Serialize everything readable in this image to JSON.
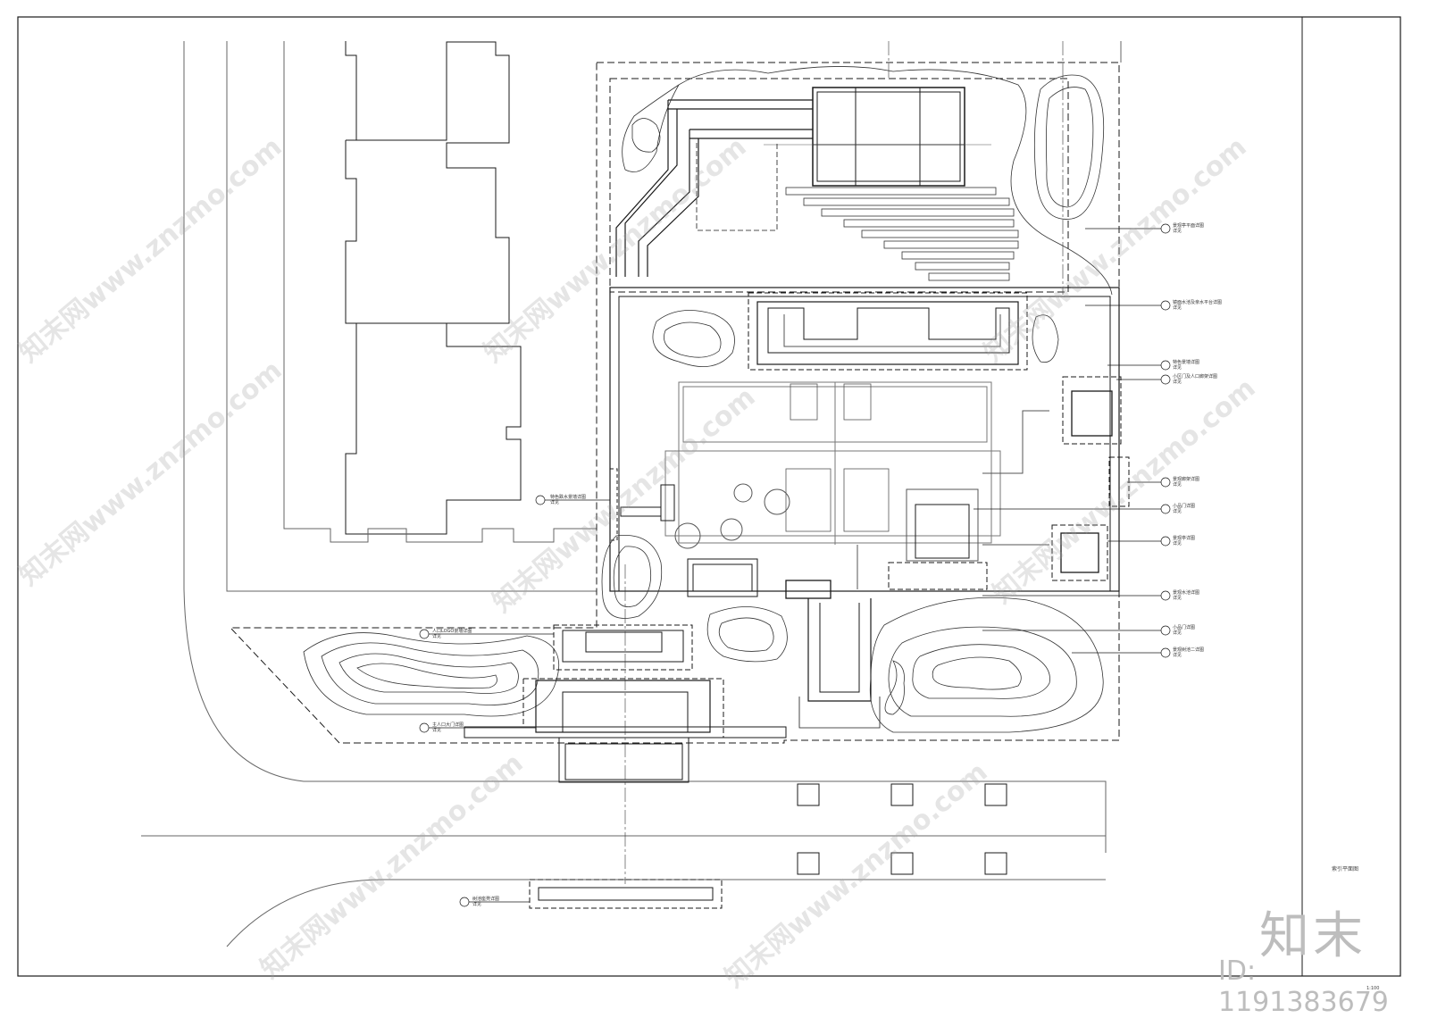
{
  "drawing": {
    "title": "索引平面图",
    "scale": "1:100"
  },
  "watermark": {
    "text": "知末网www.znzmo.com",
    "brand": "知末",
    "id": "ID: 1191383679"
  },
  "callouts": [
    {
      "id": "c1",
      "text": "景观亭平面详图",
      "sheet": "详见"
    },
    {
      "id": "c2",
      "text": "镜面水池及亲水平台详图",
      "sheet": "详见"
    },
    {
      "id": "c3",
      "text": "特色景墙详图",
      "sheet": "详见"
    },
    {
      "id": "c4",
      "text": "小区门及人口廊架详图",
      "sheet": "详见"
    },
    {
      "id": "c5",
      "text": "景观廊架详图",
      "sheet": "详见"
    },
    {
      "id": "c6",
      "text": "小品门详图",
      "sheet": "详见"
    },
    {
      "id": "c7",
      "text": "景观亭详图",
      "sheet": "详见"
    },
    {
      "id": "c8",
      "text": "景观水池详图",
      "sheet": "详见"
    },
    {
      "id": "c9",
      "text": "小品门详图",
      "sheet": "详见"
    },
    {
      "id": "c10",
      "text": "景观树池二详图",
      "sheet": "详见"
    },
    {
      "id": "c11",
      "text": "特色跌水景墙详图",
      "sheet": "详见"
    },
    {
      "id": "c12",
      "text": "人口LOGO景墙详图",
      "sheet": "详见"
    },
    {
      "id": "c13",
      "text": "主人口大门详图",
      "sheet": "详见"
    },
    {
      "id": "c14",
      "text": "树池座凳详图",
      "sheet": "详见"
    }
  ],
  "colors": {
    "line": "#1a1a1a",
    "thin": "#555555",
    "watermark": "#bdbdbd"
  }
}
